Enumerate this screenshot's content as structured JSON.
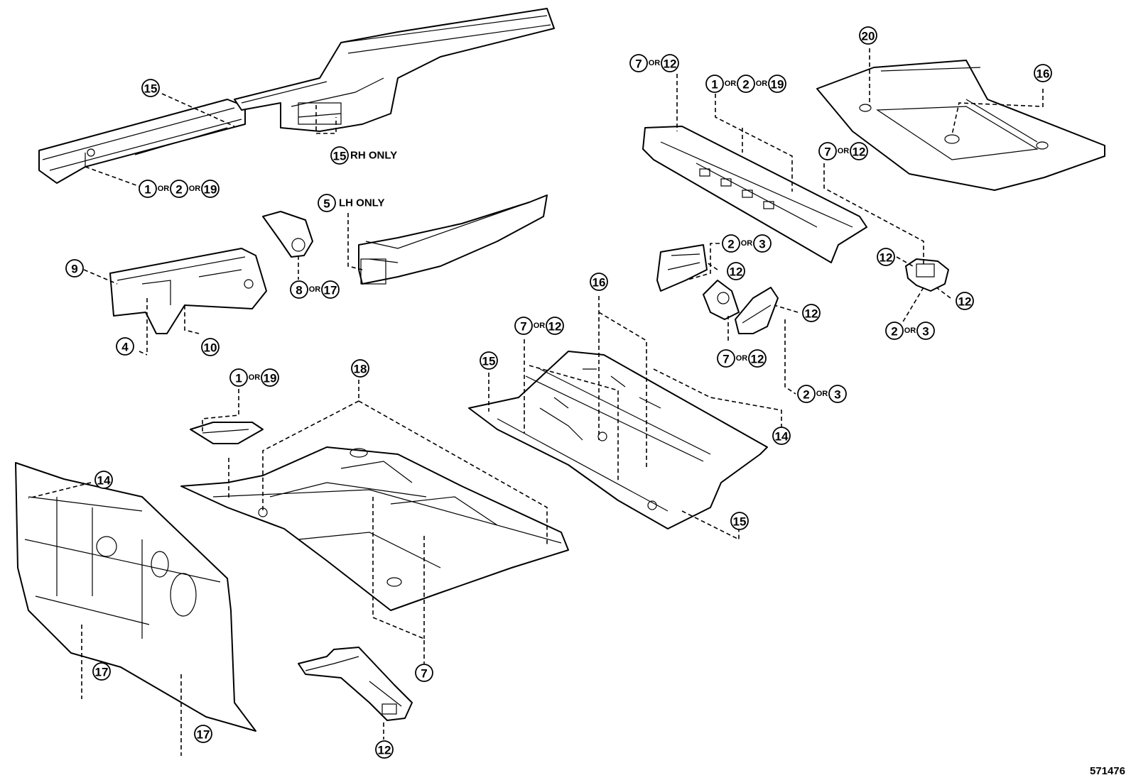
{
  "diagram_code": "571476",
  "or_label": "OR",
  "callouts": [
    {
      "id": "c15_top",
      "parts": [
        "15"
      ]
    },
    {
      "id": "c1_2_19_a",
      "parts": [
        "1",
        "2",
        "19"
      ]
    },
    {
      "id": "c15_rh",
      "parts": [
        "15"
      ],
      "note": "RH ONLY"
    },
    {
      "id": "c5_lh",
      "parts": [
        "5"
      ],
      "note": "LH ONLY"
    },
    {
      "id": "c9",
      "parts": [
        "9"
      ]
    },
    {
      "id": "c8_17",
      "parts": [
        "8",
        "17"
      ]
    },
    {
      "id": "c4",
      "parts": [
        "4"
      ]
    },
    {
      "id": "c10",
      "parts": [
        "10"
      ]
    },
    {
      "id": "c7_12_a",
      "parts": [
        "7",
        "12"
      ]
    },
    {
      "id": "c1_2_19_b",
      "parts": [
        "1",
        "2",
        "19"
      ]
    },
    {
      "id": "c7_12_b",
      "parts": [
        "7",
        "12"
      ]
    },
    {
      "id": "c20",
      "parts": [
        "20"
      ]
    },
    {
      "id": "c16_a",
      "parts": [
        "16"
      ]
    },
    {
      "id": "c2_3_a",
      "parts": [
        "2",
        "3"
      ]
    },
    {
      "id": "c12_a",
      "parts": [
        "12"
      ]
    },
    {
      "id": "c12_b",
      "parts": [
        "12"
      ]
    },
    {
      "id": "c12_c",
      "parts": [
        "12"
      ]
    },
    {
      "id": "c12_d",
      "parts": [
        "12"
      ]
    },
    {
      "id": "c2_3_b",
      "parts": [
        "2",
        "3"
      ]
    },
    {
      "id": "c7_12_c",
      "parts": [
        "7",
        "12"
      ]
    },
    {
      "id": "c2_3_c",
      "parts": [
        "2",
        "3"
      ]
    },
    {
      "id": "c16_b",
      "parts": [
        "16"
      ]
    },
    {
      "id": "c7_12_d",
      "parts": [
        "7",
        "12"
      ]
    },
    {
      "id": "c15_b",
      "parts": [
        "15"
      ]
    },
    {
      "id": "c14_a",
      "parts": [
        "14"
      ]
    },
    {
      "id": "c15_c",
      "parts": [
        "15"
      ]
    },
    {
      "id": "c1_19",
      "parts": [
        "1",
        "19"
      ]
    },
    {
      "id": "c18",
      "parts": [
        "18"
      ]
    },
    {
      "id": "c14_b",
      "parts": [
        "14"
      ]
    },
    {
      "id": "c17_a",
      "parts": [
        "17"
      ]
    },
    {
      "id": "c17_b",
      "parts": [
        "17"
      ]
    },
    {
      "id": "c7",
      "parts": [
        "7"
      ]
    },
    {
      "id": "c12_e",
      "parts": [
        "12"
      ]
    }
  ]
}
